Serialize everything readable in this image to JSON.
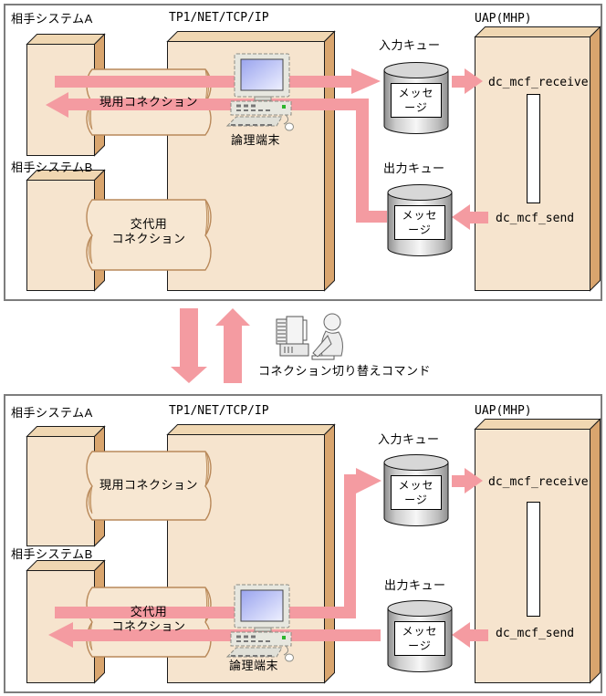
{
  "colors": {
    "arrow_pink": "#f49ba1",
    "box_fill": "#f6e4ce",
    "box_side": "#d9a56e",
    "queue_gray": "#d7d7d7",
    "panel_border": "#7d7d7d"
  },
  "before": {
    "partner_a": "相手システムA",
    "partner_b": "相手システムB",
    "middleware": "TP1/NET/TCP/IP",
    "uap": "UAP(MHP)",
    "active_connection": "現用コネクション",
    "standby_connection_line1": "交代用",
    "standby_connection_line2": "コネクション",
    "terminal": "論理端末",
    "input_queue": "入力キュー",
    "output_queue": "出力キュー",
    "message_line1": "メッセ",
    "message_line2": "ージ",
    "receive_api": "dc_mcf_receive",
    "send_api": "dc_mcf_send"
  },
  "after": {
    "partner_a": "相手システムA",
    "partner_b": "相手システムB",
    "middleware": "TP1/NET/TCP/IP",
    "uap": "UAP(MHP)",
    "active_connection": "現用コネクション",
    "standby_connection_line1": "交代用",
    "standby_connection_line2": "コネクション",
    "terminal": "論理端末",
    "input_queue": "入力キュー",
    "output_queue": "出力キュー",
    "message_line1": "メッセ",
    "message_line2": "ージ",
    "receive_api": "dc_mcf_receive",
    "send_api": "dc_mcf_send"
  },
  "middle": {
    "command_label": "コネクション切り替えコマンド"
  }
}
